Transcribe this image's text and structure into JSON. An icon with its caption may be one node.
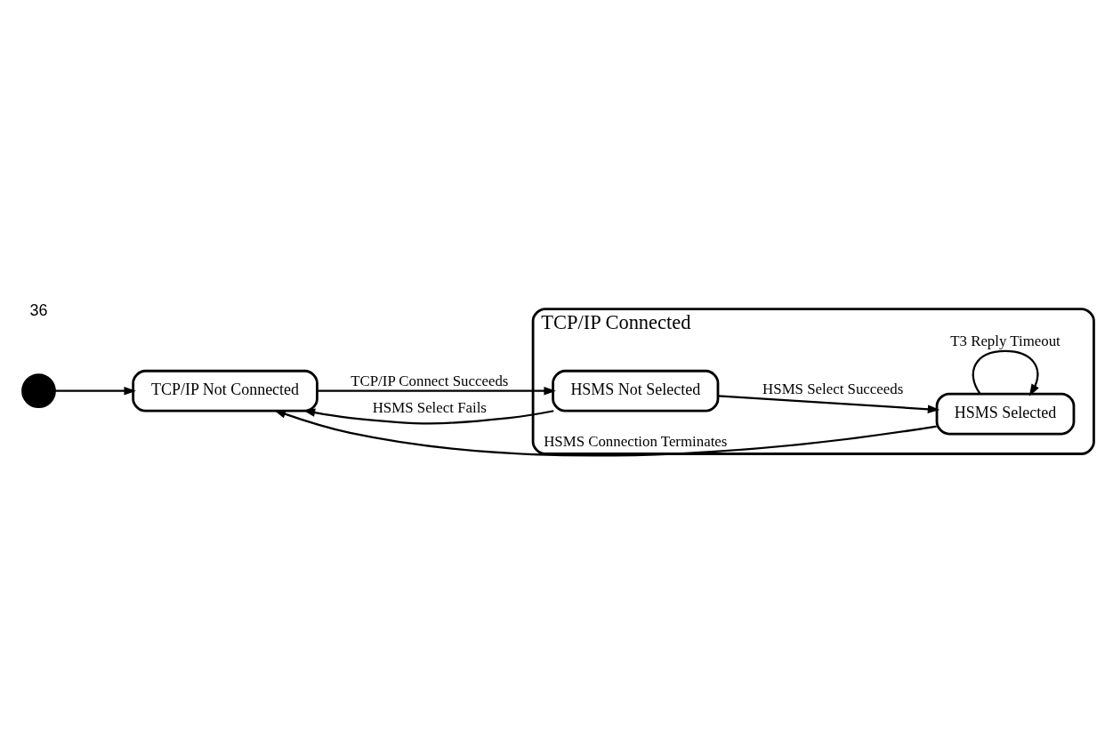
{
  "diagram": {
    "nodes": [
      {
        "text": [],
        "shape": "circle"
      },
      {
        "text": [
          "TCP/IP Not Connected"
        ]
      },
      {
        "text": [
          "TCP/IP Connected"
        ]
      },
      {
        "text": [
          "HSMS Not Selected"
        ],
        "in": 2
      },
      {
        "text": [
          "HSMS Selected"
        ],
        "in": 2
      }
    ],
    "edges": [
      {
        "from": 0,
        "to": 1,
        "arrow": "to"
      },
      {
        "from": 1,
        "to": 3,
        "arrow": "to",
        "label": "TCP/IP Connect Succeeds"
      },
      {
        "from": 3,
        "to": 4,
        "arrow": "to",
        "label": "HSMS Select Succeeds"
      },
      {
        "from": 4,
        "to": 4,
        "arrow": "to",
        "label": "T3 Reply Timeout"
      },
      {
        "from": 3,
        "to": 1,
        "arrow": "to",
        "label": "HSMS Select Fails"
      },
      {
        "from": 4,
        "to": 1,
        "arrow": "to",
        "label": "HSMS Connection Terminates"
      }
    ],
    "labels": [
      "36"
    ]
  }
}
